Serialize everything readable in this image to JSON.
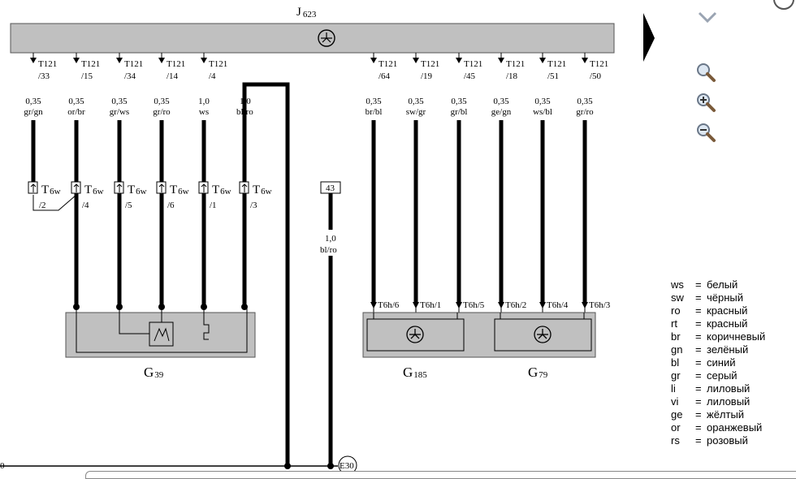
{
  "module": {
    "name": "J",
    "sub": "623"
  },
  "top_pins": [
    {
      "conn": "T121",
      "pin": "/33",
      "gauge": "0,35",
      "color": "gr/gn"
    },
    {
      "conn": "T121",
      "pin": "/15",
      "gauge": "0,35",
      "color": "or/br"
    },
    {
      "conn": "T121",
      "pin": "/34",
      "gauge": "0,35",
      "color": "gr/ws"
    },
    {
      "conn": "T121",
      "pin": "/14",
      "gauge": "0,35",
      "color": "gr/ro"
    },
    {
      "conn": "T121",
      "pin": "/4",
      "gauge": "1,0",
      "color": "ws"
    },
    {
      "conn": "T121",
      "pin": "/64",
      "gauge": "0,35",
      "color": "br/bl"
    },
    {
      "conn": "T121",
      "pin": "/19",
      "gauge": "0,35",
      "color": "sw/gr"
    },
    {
      "conn": "T121",
      "pin": "/45",
      "gauge": "0,35",
      "color": "gr/bl"
    },
    {
      "conn": "T121",
      "pin": "/18",
      "gauge": "0,35",
      "color": "ge/gn"
    },
    {
      "conn": "T121",
      "pin": "/51",
      "gauge": "0,35",
      "color": "ws/bl"
    },
    {
      "conn": "T121",
      "pin": "/50",
      "gauge": "0,35",
      "color": "gr/ro"
    }
  ],
  "ground_wire": {
    "gauge": "1,0",
    "color": "bl/ro"
  },
  "t6w": [
    {
      "name": "T",
      "sub": "6w",
      "pin": "/2"
    },
    {
      "name": "T",
      "sub": "6w",
      "pin": "/4"
    },
    {
      "name": "T",
      "sub": "6w",
      "pin": "/5"
    },
    {
      "name": "T",
      "sub": "6w",
      "pin": "/6"
    },
    {
      "name": "T",
      "sub": "6w",
      "pin": "/1"
    },
    {
      "name": "T",
      "sub": "6w",
      "pin": "/3"
    }
  ],
  "t6h": [
    "T6h/6",
    "T6h/1",
    "T6h/5",
    "T6h/2",
    "T6h/4",
    "T6h/3"
  ],
  "box43": {
    "label": "43",
    "gauge": "1,0",
    "color": "bl/ro"
  },
  "components": [
    {
      "name": "G",
      "sub": "39"
    },
    {
      "name": "G",
      "sub": "185"
    },
    {
      "name": "G",
      "sub": "79"
    }
  ],
  "ground_point": "E30",
  "ground_line_label": "0",
  "legend": [
    {
      "code": "ws",
      "name": "белый"
    },
    {
      "code": "sw",
      "name": "чёрный"
    },
    {
      "code": "ro",
      "name": "красный"
    },
    {
      "code": "rt",
      "name": "красный"
    },
    {
      "code": "br",
      "name": "коричневый"
    },
    {
      "code": "gn",
      "name": "зелёный"
    },
    {
      "code": "bl",
      "name": "синий"
    },
    {
      "code": "gr",
      "name": "серый"
    },
    {
      "code": "li",
      "name": "лиловый"
    },
    {
      "code": "vi",
      "name": "лиловый"
    },
    {
      "code": "ge",
      "name": "жёлтый"
    },
    {
      "code": "or",
      "name": "оранжевый"
    },
    {
      "code": "rs",
      "name": "розовый"
    }
  ],
  "legend_eq": "=",
  "icons": [
    "chevron-down-icon",
    "search-icon",
    "zoom-in-icon",
    "zoom-out-icon",
    "play-arrow-icon"
  ]
}
